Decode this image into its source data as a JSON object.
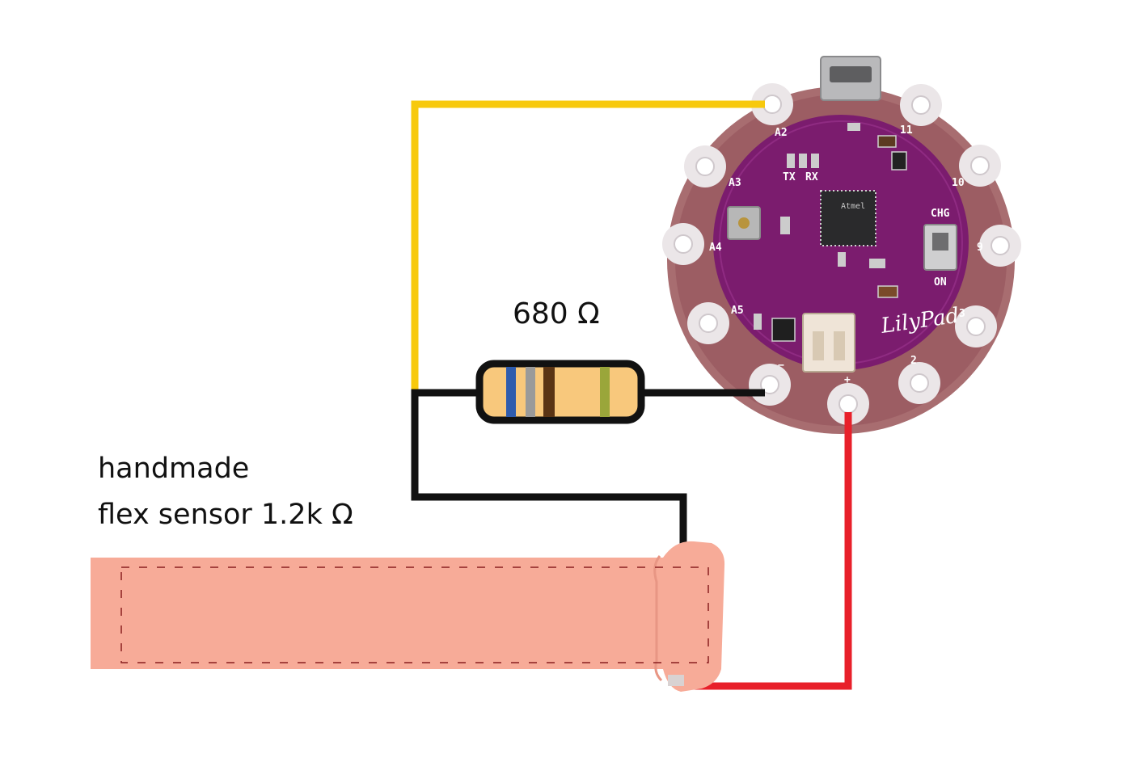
{
  "labels": {
    "resistor_value": "680 Ω",
    "sensor_name": "handmade",
    "sensor_value": "flex sensor 1.2k Ω"
  },
  "board": {
    "logo": "LilyPad",
    "pins": {
      "a2": "A2",
      "a3": "A3",
      "a4": "A4",
      "a5": "A5",
      "p11": "11",
      "p10": "10",
      "p9": "9",
      "p3": "3",
      "p2": "2",
      "minus": "−",
      "plus": "+"
    },
    "silk": {
      "tx": "TX",
      "rx": "RX",
      "chg": "CHG",
      "on": "ON"
    },
    "chip_marking": "Atmel"
  },
  "colors": {
    "wire_signal": "#f7c90d",
    "wire_ground": "#111111",
    "wire_power": "#e8202a",
    "board_purple": "#7b1c6e",
    "board_outline": "#9a5c66",
    "sensor_felt": "#f7ab98",
    "resistor_body": "#f8c87c",
    "resistor_bands": [
      "#2f5cad",
      "#9a9a9a",
      "#5a3414",
      "#9aa63a"
    ]
  }
}
